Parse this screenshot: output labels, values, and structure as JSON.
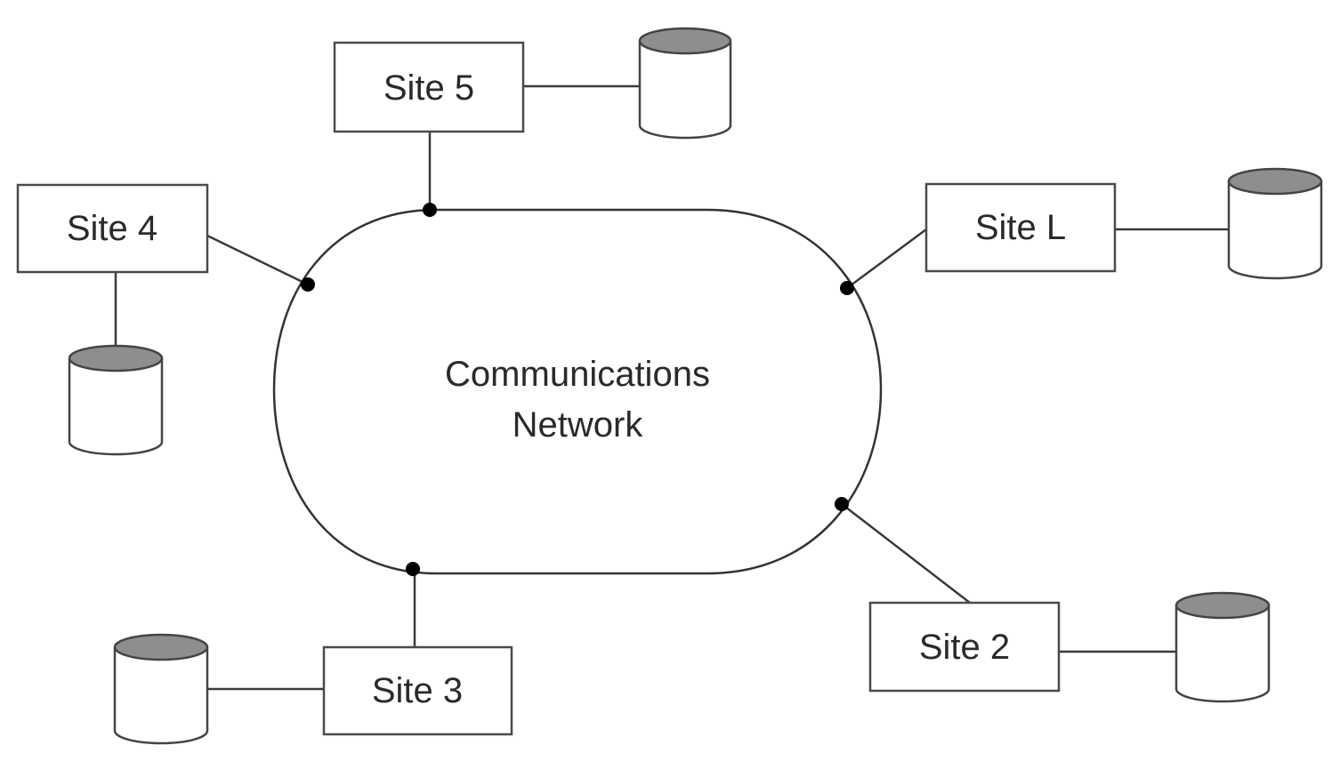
{
  "network": {
    "line1": "Communications",
    "line2": "Network"
  },
  "sites": {
    "site5": "Site 5",
    "site4": "Site 4",
    "siteL": "Site L",
    "site3": "Site 3",
    "site2": "Site 2"
  },
  "colors": {
    "db_top": "#8e8e8e",
    "stroke": "#444444",
    "background": "#ffffff"
  }
}
